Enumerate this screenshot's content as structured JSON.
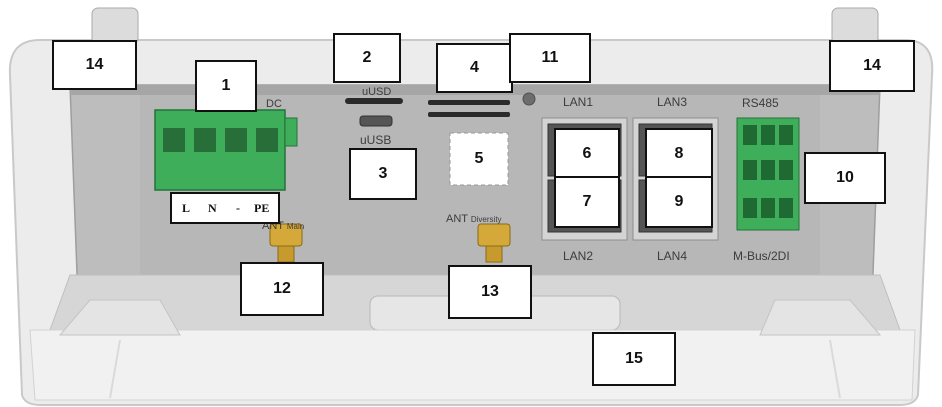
{
  "panel_labels": {
    "usd": "uUSD",
    "usb": "uUSB",
    "lan1": "LAN1",
    "lan2": "LAN2",
    "lan3": "LAN3",
    "lan4": "LAN4",
    "rs485": "RS485",
    "mbus": "M-Bus/2DI",
    "ant_main": "ANT",
    "ant_main_sub": "Main",
    "ant_div": "ANT",
    "ant_div_sub": "Diversity",
    "dc": "DC"
  },
  "terminal_labels": [
    "L",
    "N",
    "-",
    "PE"
  ],
  "callouts": {
    "c1": "1",
    "c2": "2",
    "c3": "3",
    "c4": "4",
    "c5": "5",
    "c6": "6",
    "c7": "7",
    "c8": "8",
    "c9": "9",
    "c10": "10",
    "c11": "11",
    "c12": "12",
    "c13": "13",
    "c14_left": "14",
    "c14_right": "14",
    "c15": "15"
  },
  "colors": {
    "housing": "#ededed",
    "panel": "#b9b9b9",
    "terminal_green": "#3fae5a",
    "connector_gold": "#d4a93a"
  }
}
